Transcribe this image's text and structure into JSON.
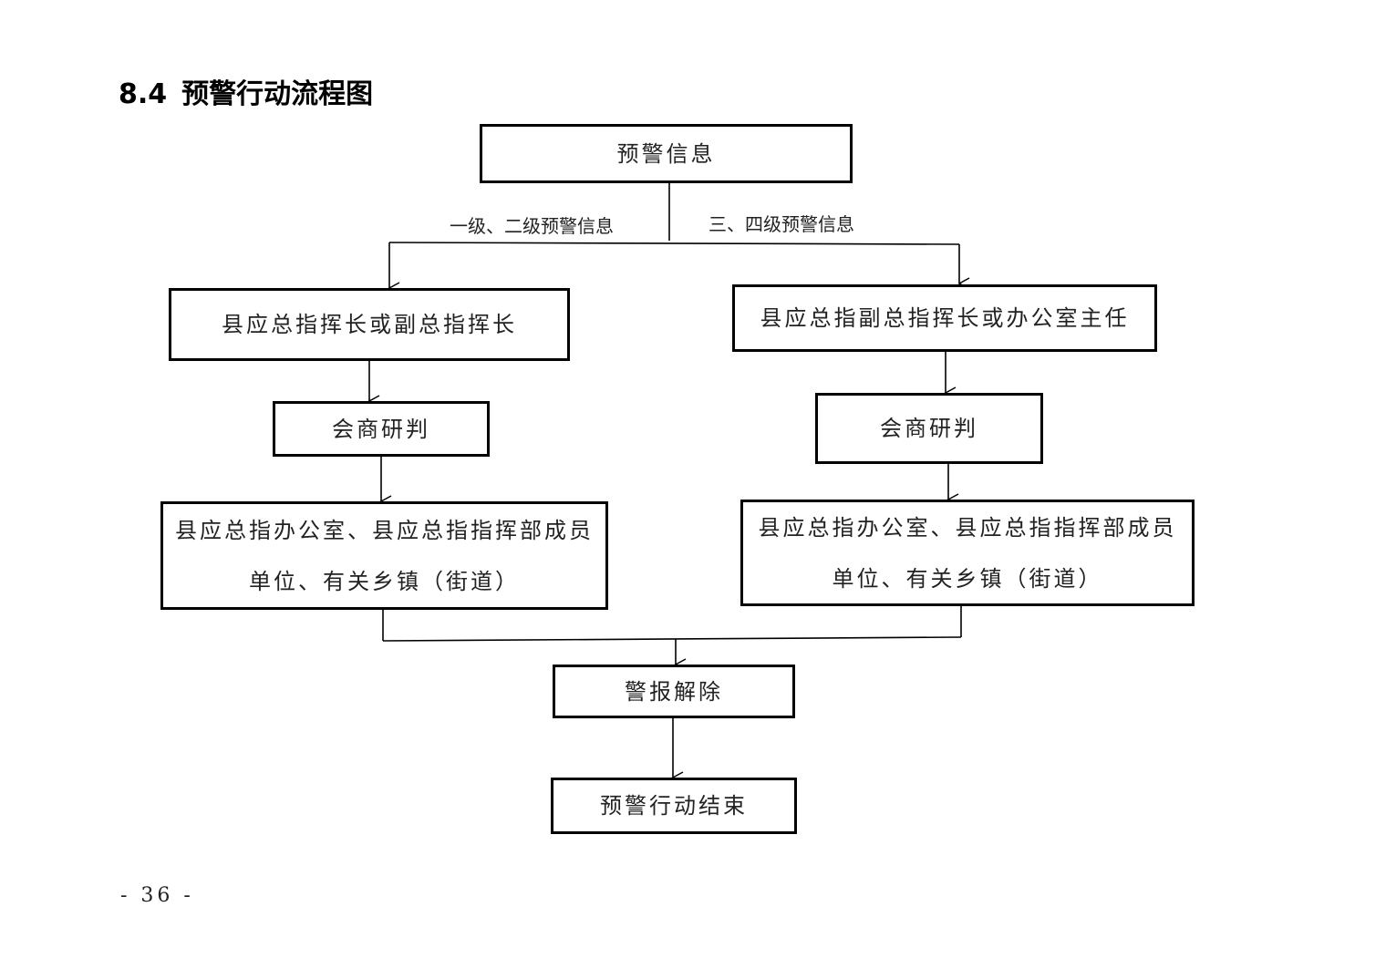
{
  "title": {
    "number": "8.4",
    "text": "预警行动流程图"
  },
  "nodes": {
    "warning_info": "预警信息",
    "left_commander": "县应总指挥长或副总指挥长",
    "left_consult": "会商研判",
    "left_units_line1": "县应总指办公室、县应总指指挥部成员",
    "left_units_line2": "单位、有关乡镇（街道）",
    "right_commander": "县应总指副总指挥长或办公室主任",
    "right_consult": "会商研判",
    "right_units_line1": "县应总指办公室、县应总指指挥部成员",
    "right_units_line2": "单位、有关乡镇（街道）",
    "alarm_release": "警报解除",
    "action_end": "预警行动结束"
  },
  "edge_labels": {
    "left_branch": "一级、二级预警信息",
    "right_branch": "三、四级预警信息"
  },
  "page_number": "- 36 -"
}
